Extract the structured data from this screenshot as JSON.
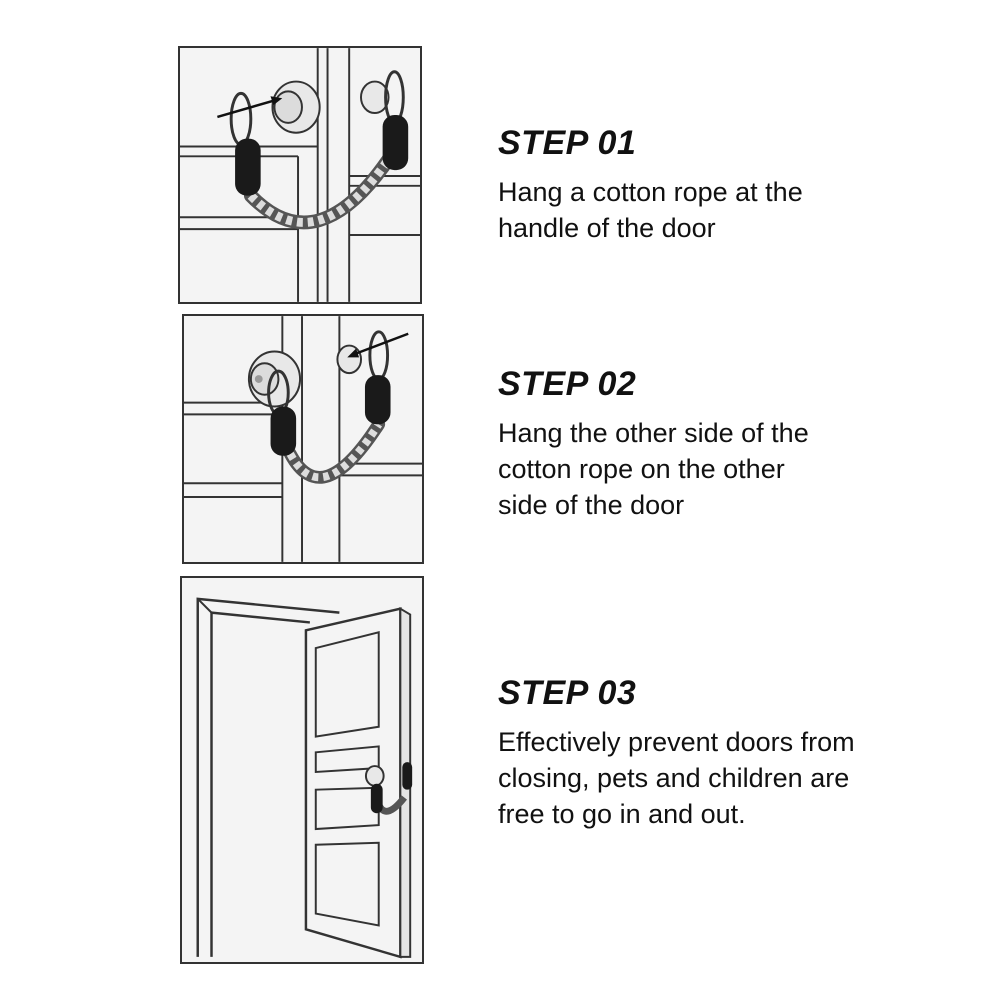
{
  "steps": [
    {
      "title": "STEP 01",
      "lines": [
        "Hang a cotton rope at the",
        "handle of the door"
      ]
    },
    {
      "title": "STEP 02",
      "lines": [
        "Hang the other side of the",
        "cotton rope on the other",
        "side of the door"
      ]
    },
    {
      "title": "STEP 03",
      "lines": [
        "Effectively prevent doors from",
        "closing, pets and children are",
        "free to go in and out."
      ]
    }
  ],
  "colors": {
    "text": "#111111",
    "line": "#333333",
    "panel": "#f4f4f4",
    "grip": "#1a1a1a"
  },
  "icons": [
    "door-frame-illustration",
    "rope-illustration",
    "door-knob-icon",
    "arrow-icon",
    "open-door-illustration"
  ]
}
